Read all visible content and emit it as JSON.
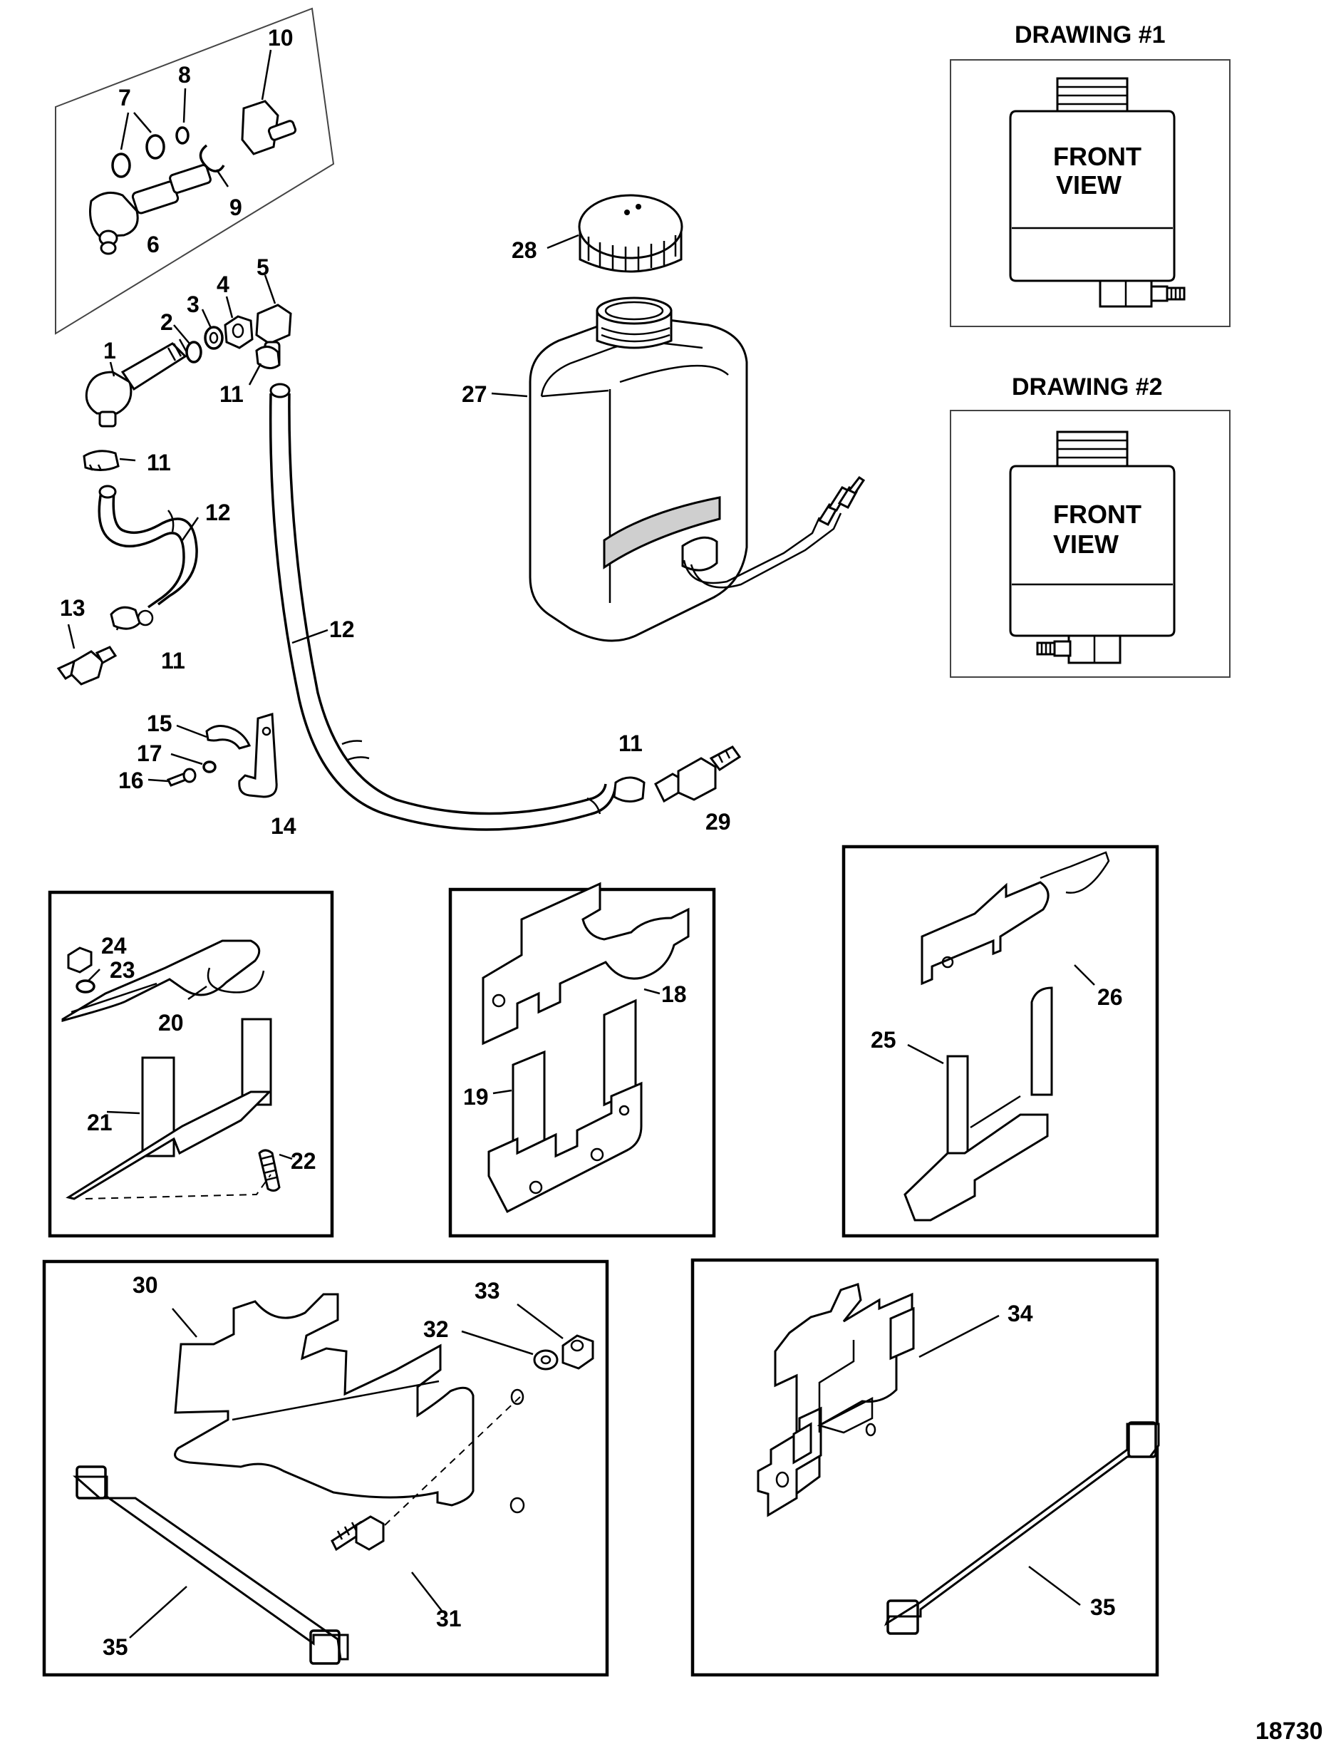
{
  "figure_reference": "18730",
  "insets": [
    {
      "title": "DRAWING #1",
      "view_label_line1": "FRONT",
      "view_label_line2": "VIEW"
    },
    {
      "title": "DRAWING #2",
      "view_label_line1": "FRONT",
      "view_label_line2": "VIEW"
    }
  ],
  "callouts": {
    "c1": "1",
    "c2": "2",
    "c3": "3",
    "c4": "4",
    "c5": "5",
    "c6": "6",
    "c7": "7",
    "c8": "8",
    "c9": "9",
    "c10": "10",
    "c11a": "11",
    "c11b": "11",
    "c11c": "11",
    "c11d": "11",
    "c12a": "12",
    "c12b": "12",
    "c13": "13",
    "c14": "14",
    "c15": "15",
    "c16": "16",
    "c17": "17",
    "c18": "18",
    "c19": "19",
    "c20": "20",
    "c21": "21",
    "c22": "22",
    "c23": "23",
    "c24": "24",
    "c25": "25",
    "c26": "26",
    "c27": "27",
    "c28": "28",
    "c29": "29",
    "c30": "30",
    "c31": "31",
    "c32": "32",
    "c33": "33",
    "c34": "34",
    "c35a": "35",
    "c35b": "35"
  },
  "icons": [
    "fitting-icon",
    "hose-icon",
    "reservoir-icon",
    "cap-icon",
    "bracket-icon",
    "clamp-icon",
    "screw-icon",
    "strap-icon",
    "nut-icon",
    "washer-icon",
    "bolt-icon"
  ]
}
